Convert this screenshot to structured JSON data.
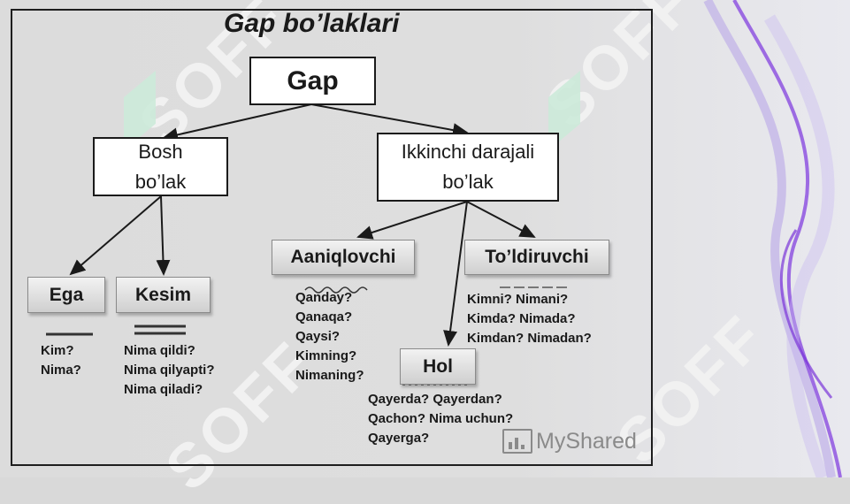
{
  "title": "Gap bo’laklari",
  "watermark": "SOFF",
  "nodes": {
    "gap": "Gap",
    "bosh_line1": "Bosh",
    "bosh_line2": "bo’lak",
    "ikkinchi_line1": "Ikkinchi darajali",
    "ikkinchi_line2": "bo’lak",
    "aniqlovchi": "Aaniqlovchi",
    "toldiruvchi": "To’ldiruvchi",
    "ega": "Ega",
    "kesim": "Kesim",
    "hol": "Hol"
  },
  "questions": {
    "ega": [
      "Kim?",
      "Nima?"
    ],
    "kesim": [
      "Nima qildi?",
      "Nima qilyapti?",
      "Nima qiladi?"
    ],
    "aniqlovchi": [
      "Qanday?",
      "Qanaqa?",
      "Qaysi?",
      "Kimning?",
      "Nimaning?"
    ],
    "toldiruvchi": [
      "Kimni? Nimani?",
      "Kimda? Nimada?",
      "Kimdan? Nimadan?"
    ],
    "hol": [
      "Qayerda? Qayerdan?",
      "Qachon? Nima uchun?",
      "Qayerga?"
    ]
  },
  "branding": {
    "text": "MyShared",
    "icon": "presentation-board-icon"
  },
  "colors": {
    "accent_green": "#ccead9",
    "purple_smoke": "#8a4be0"
  }
}
